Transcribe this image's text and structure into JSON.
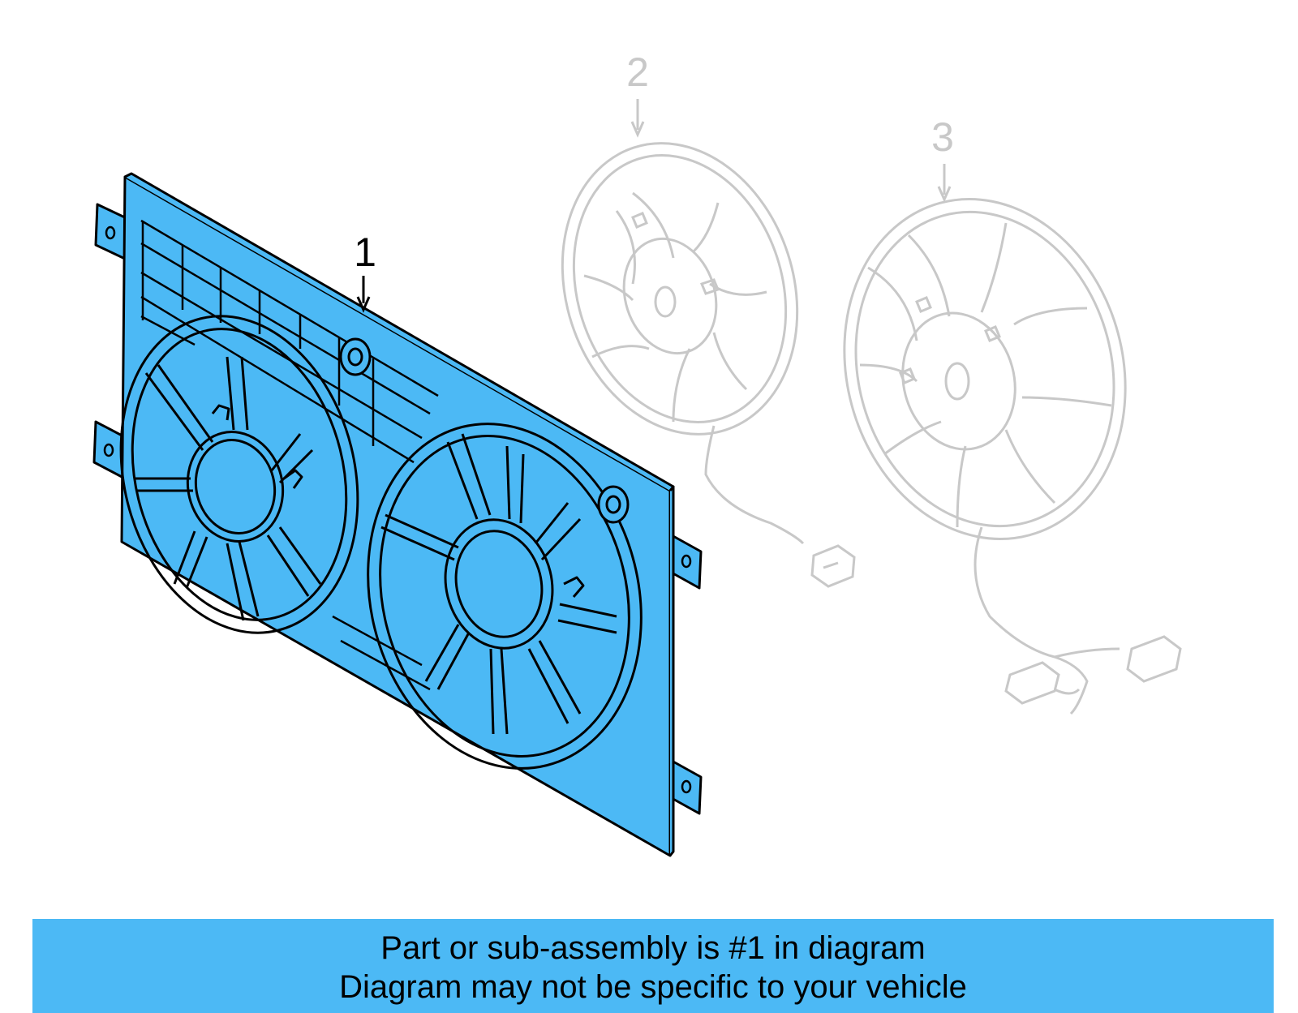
{
  "colors": {
    "highlight": "#4cb9f5",
    "banner": "#4cb9f5",
    "outline": "#000000",
    "ghost": "#c8c8c8"
  },
  "callouts": {
    "part1": "1",
    "part2": "2",
    "part3": "3"
  },
  "banner": {
    "line1": "Part or sub-assembly is #1 in diagram",
    "line2": "Diagram may not be specific to your vehicle"
  }
}
